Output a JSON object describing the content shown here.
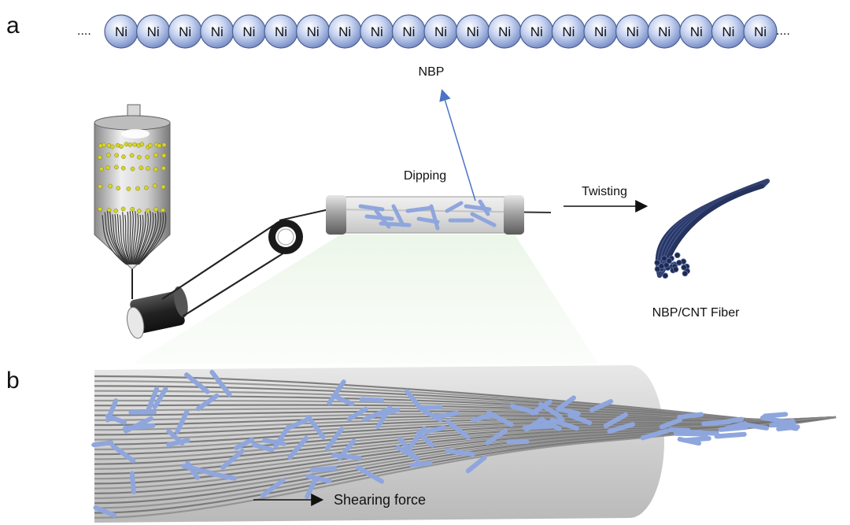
{
  "panels": {
    "a": "a",
    "b": "b"
  },
  "chain": {
    "atom_label": "Ni",
    "count": 21,
    "dots": "...."
  },
  "labels": {
    "nbp": "NBP",
    "dipping": "Dipping",
    "twisting": "Twisting",
    "fiber": "NBP/CNT Fiber",
    "shearing": "Shearing force"
  },
  "colors": {
    "nickel": "#9fb3e0",
    "rod": "#8fa6dd",
    "arrow_blue": "#4a73c8",
    "tube": "#d8d8d8",
    "fiber": "#2e3d66"
  }
}
